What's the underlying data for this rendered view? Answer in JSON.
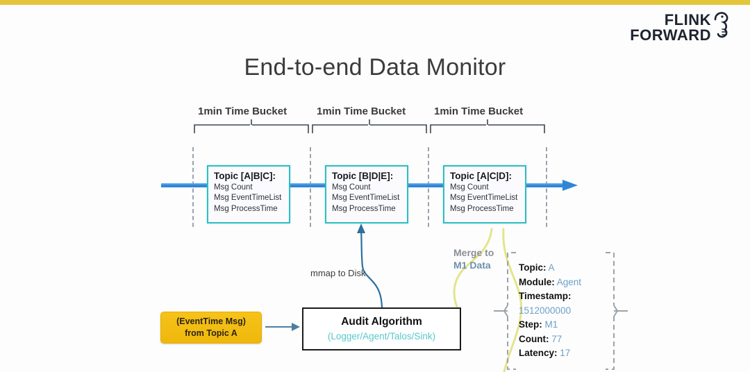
{
  "brand": {
    "logo_line1": "FLINK",
    "logo_line2": "FORWARD",
    "accent_bar_color": "#e3c63a"
  },
  "slide": {
    "title": "End-to-end Data Monitor",
    "background": "#fdfdfd"
  },
  "timeline": {
    "arrow_color": "#3a8dde",
    "buckets": [
      {
        "label": "1min Time Bucket",
        "box": {
          "title": "Topic [A|B|C]:",
          "lines": [
            "Msg Count",
            "Msg EventTimeList",
            "Msg ProcessTime"
          ],
          "border_color": "#2bbfc4"
        }
      },
      {
        "label": "1min Time Bucket",
        "box": {
          "title": "Topic [B|D|E]:",
          "lines": [
            "Msg Count",
            "Msg EventTimeList",
            "Msg ProcessTime"
          ],
          "border_color": "#2bbfc4"
        }
      },
      {
        "label": "1min Time Bucket",
        "box": {
          "title": "Topic [A|C|D]:",
          "lines": [
            "Msg Count",
            "Msg EventTimeList",
            "Msg ProcessTime"
          ],
          "border_color": "#2bbfc4"
        }
      }
    ]
  },
  "annotations": {
    "mmap": "mmap to Disk",
    "merge_line1": "Merge to",
    "merge_line2": "M1 Data"
  },
  "source": {
    "line1": "(EventTime Msg)",
    "line2": "from Topic A",
    "fill_color": "#f2bc10"
  },
  "audit": {
    "title": "Audit Algorithm",
    "subtitle": "(Logger/Agent/Talos/Sink)",
    "subtitle_color": "#57c8cd"
  },
  "record": {
    "fields": [
      {
        "key": "Topic:",
        "value": "A"
      },
      {
        "key": "Module:",
        "value": "Agent"
      },
      {
        "key": "Timestamp:",
        "value": ""
      },
      {
        "key": "",
        "value": "1512000000"
      },
      {
        "key": "Step:",
        "value": "M1"
      },
      {
        "key": "Count:",
        "value": "77"
      },
      {
        "key": "Latency:",
        "value": "17"
      }
    ],
    "value_color": "#6c9fc7"
  }
}
